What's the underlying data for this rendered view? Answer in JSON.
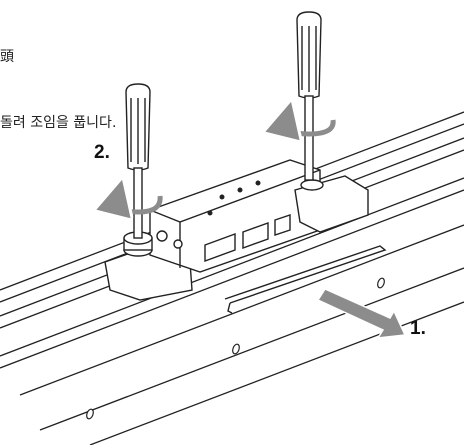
{
  "caption": {
    "line1": "頭",
    "line2": "돌려 조임을 풉니다."
  },
  "steps": {
    "step1": "1.",
    "step2": "2."
  },
  "colors": {
    "line": "#222222",
    "arrow_fill": "#8c8c8c",
    "arrow_stroke": "#ffffff"
  },
  "icons": {
    "rotate": "rotate-arrow-icon",
    "direction": "pull-arrow-icon",
    "tool": "screwdriver-icon"
  }
}
